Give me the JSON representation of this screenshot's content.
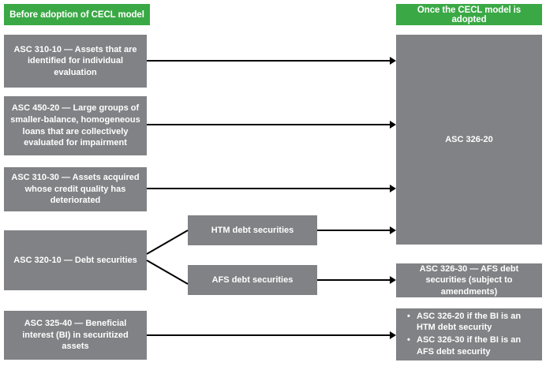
{
  "diagram": {
    "title_left": "Before adoption of CECL model",
    "title_right": "Once the CECL model is adopted",
    "colors": {
      "header_green": "#3aa945",
      "node_gray": "#808285",
      "connector_black": "#000000",
      "text_white": "#ffffff",
      "background": "#ffffff"
    }
  },
  "left_column": {
    "header": "Before adoption of CECL model",
    "nodes": [
      {
        "id": "asc-310-10",
        "label": "ASC 310-10 — Assets that are identified for individual evaluation"
      },
      {
        "id": "asc-450-20",
        "label": "ASC 450-20 — Large groups of smaller-balance, homogeneous loans that are collectively evaluated for impairment"
      },
      {
        "id": "asc-310-30",
        "label": "ASC 310-30 — Assets acquired whose credit quality has deteriorated"
      },
      {
        "id": "asc-320-10",
        "label": "ASC 320-10 — Debt securities"
      },
      {
        "id": "asc-325-40",
        "label": "ASC 325-40 — Beneficial interest (BI) in securitized assets"
      }
    ]
  },
  "middle_column": {
    "nodes": [
      {
        "id": "htm-debt-securities",
        "label": "HTM debt securities"
      },
      {
        "id": "afs-debt-securities",
        "label": "AFS debt securities"
      }
    ]
  },
  "right_column": {
    "header": "Once the CECL model is adopted",
    "nodes": [
      {
        "id": "asc-326-20",
        "label": "ASC 326-20"
      },
      {
        "id": "asc-326-30",
        "label": "ASC 326-30 — AFS debt securities (subject to amendments)"
      }
    ],
    "bullet_node": {
      "id": "asc-326-bi",
      "bullets": [
        "ASC 326-20 if the BI is an HTM debt security",
        "ASC 326-30 if the BI is an AFS debt security"
      ]
    }
  }
}
